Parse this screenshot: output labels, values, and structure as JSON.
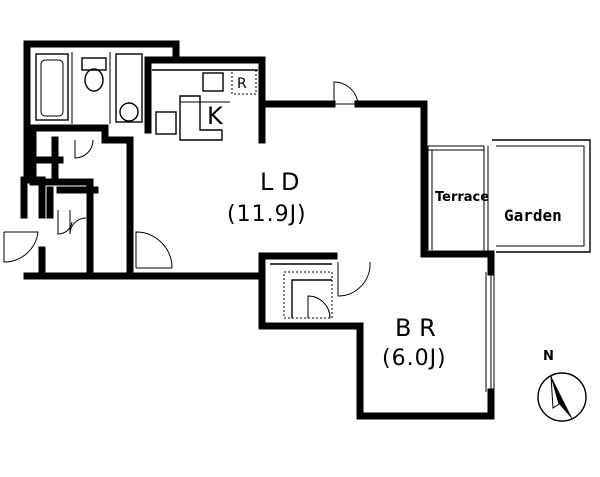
{
  "rooms": {
    "kitchen": {
      "label": "K"
    },
    "living_dining": {
      "label": "L D",
      "area": "(11.9J)"
    },
    "bedroom": {
      "label": "B R",
      "area": "(6.0J)"
    },
    "terrace": {
      "label": "Terrace"
    },
    "garden": {
      "label": "Garden"
    }
  },
  "fixtures": {
    "refrigerator_mark": "R"
  },
  "compass": {
    "north_label": "N"
  }
}
